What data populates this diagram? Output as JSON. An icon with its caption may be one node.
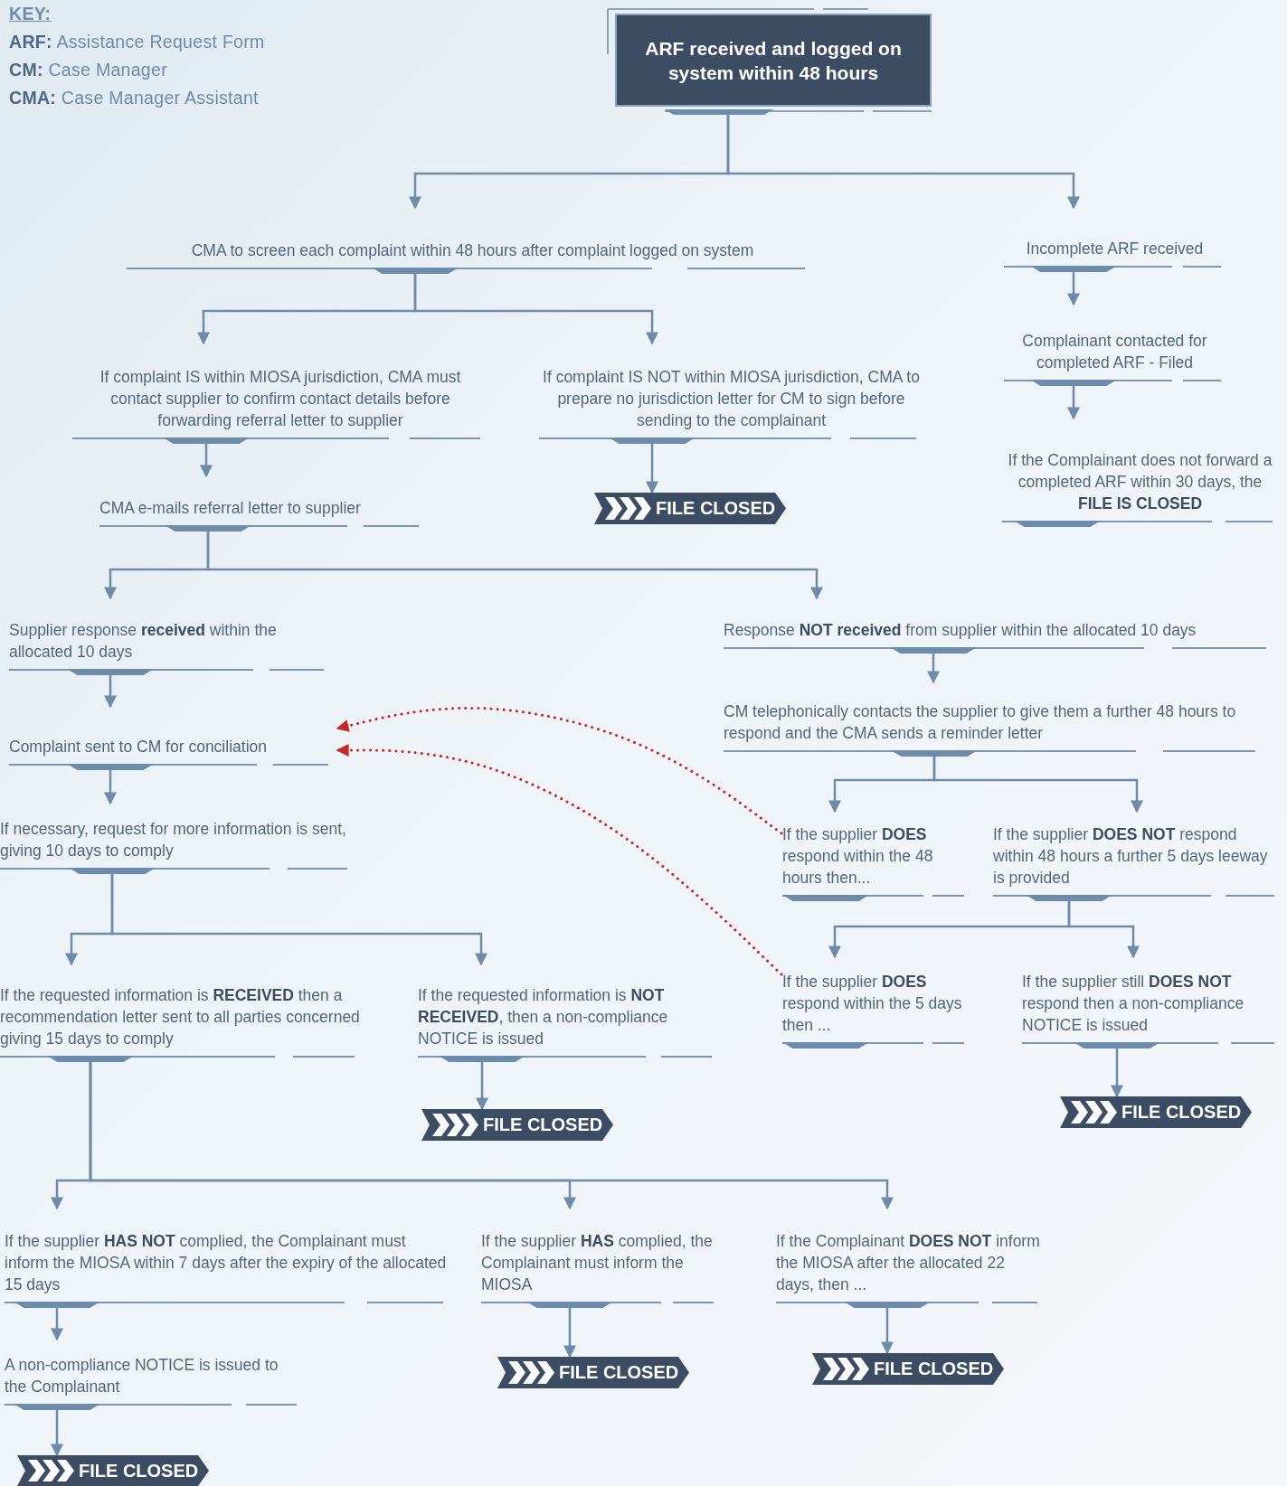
{
  "diagram": {
    "nodes": [
      {
        "text": [
          "ARF received and logged on system within 48 hours"
        ]
      },
      {
        "text": [
          "CMA to screen each complaint within 48 hours after complaint logged on system"
        ]
      },
      {
        "text": [
          "Incomplete ARF received"
        ]
      },
      {
        "text": [
          "If complaint IS within MIOSA jurisdiction, CMA must contact supplier to confirm contact details before forwarding referral letter to supplier"
        ]
      },
      {
        "text": [
          "If complaint IS NOT within MIOSA jurisdiction, CMA to prepare no jurisdiction letter for CM to sign before sending to the complainant"
        ]
      },
      {
        "text": [
          "Complainant contacted for completed ARF - Filed"
        ]
      },
      {
        "text": [
          "CMA e-mails referral letter to supplier"
        ]
      },
      {
        "text": [
          "FILE CLOSED"
        ]
      },
      {
        "text": [
          "If the Complainant does not forward a completed ARF within 30 days, the **FILE IS CLOSED**"
        ]
      },
      {
        "text": [
          "Supplier response **received** within the allocated 10 days"
        ]
      },
      {
        "text": [
          "Response **NOT received** from supplier within the allocated 10 days"
        ]
      },
      {
        "text": [
          "Complaint sent to CM for conciliation"
        ]
      },
      {
        "text": [
          "CM telephonically contacts the supplier to give them a further 48 hours to respond and the CMA sends a reminder letter"
        ]
      },
      {
        "text": [
          "If necessary, request for more information is sent, giving 10 days to comply"
        ]
      },
      {
        "text": [
          "If the supplier **DOES** respond within the 48 hours then..."
        ]
      },
      {
        "text": [
          "If the supplier **DOES NOT** respond within 48 hours a further 5 days leeway is provided"
        ]
      },
      {
        "text": [
          "If the requested information is **RECEIVED** then a recommendation letter sent to all parties concerned giving 15 days to comply"
        ]
      },
      {
        "text": [
          "If the requested information is **NOT RECEIVED**, then a non-compliance NOTICE is issued"
        ]
      },
      {
        "text": [
          "If the supplier **DOES** respond within the 5 days then ..."
        ]
      },
      {
        "text": [
          "If the supplier still **DOES NOT** respond then a non-compliance NOTICE is issued"
        ]
      },
      {
        "text": [
          "FILE CLOSED"
        ]
      },
      {
        "text": [
          "FILE CLOSED"
        ]
      },
      {
        "text": [
          "If the supplier **HAS NOT** complied, the Complainant must inform the MIOSA within 7 days after the expiry of the allocated 15 days"
        ]
      },
      {
        "text": [
          "If the supplier **HAS** complied, the Complainant must inform the MIOSA"
        ]
      },
      {
        "text": [
          "If the Complainant **DOES NOT** inform the MIOSA after the allocated 22 days, then ..."
        ]
      },
      {
        "text": [
          "A non-compliance NOTICE is issued to the Complainant"
        ]
      },
      {
        "text": [
          "FILE CLOSED"
        ]
      },
      {
        "text": [
          "FILE CLOSED"
        ]
      },
      {
        "text": [
          "FILE CLOSED"
        ]
      }
    ],
    "edges": [
      {
        "from": 0,
        "to": 1,
        "arrow": "to"
      },
      {
        "from": 0,
        "to": 2,
        "arrow": "to"
      },
      {
        "from": 1,
        "to": 3,
        "arrow": "to"
      },
      {
        "from": 1,
        "to": 4,
        "arrow": "to"
      },
      {
        "from": 2,
        "to": 5,
        "arrow": "to"
      },
      {
        "from": 3,
        "to": 6,
        "arrow": "to"
      },
      {
        "from": 4,
        "to": 7,
        "arrow": "to"
      },
      {
        "from": 5,
        "to": 8,
        "arrow": "to"
      },
      {
        "from": 6,
        "to": 9,
        "arrow": "to"
      },
      {
        "from": 6,
        "to": 10,
        "arrow": "to"
      },
      {
        "from": 9,
        "to": 11,
        "arrow": "to"
      },
      {
        "from": 10,
        "to": 12,
        "arrow": "to"
      },
      {
        "from": 11,
        "to": 13,
        "arrow": "to"
      },
      {
        "from": 12,
        "to": 14,
        "arrow": "to"
      },
      {
        "from": 12,
        "to": 15,
        "arrow": "to"
      },
      {
        "from": 13,
        "to": 16,
        "arrow": "to"
      },
      {
        "from": 13,
        "to": 17,
        "arrow": "to"
      },
      {
        "from": 15,
        "to": 18,
        "arrow": "to"
      },
      {
        "from": 15,
        "to": 19,
        "arrow": "to"
      },
      {
        "from": 17,
        "to": 20,
        "arrow": "to"
      },
      {
        "from": 19,
        "to": 21,
        "arrow": "to"
      },
      {
        "from": 16,
        "to": 22,
        "arrow": "to"
      },
      {
        "from": 16,
        "to": 23,
        "arrow": "to"
      },
      {
        "from": 16,
        "to": 24,
        "arrow": "to"
      },
      {
        "from": 22,
        "to": 25,
        "arrow": "to"
      },
      {
        "from": 23,
        "to": 26,
        "arrow": "to"
      },
      {
        "from": 24,
        "to": 27,
        "arrow": "to"
      },
      {
        "from": 25,
        "to": 28,
        "arrow": "to"
      },
      {
        "from": 14,
        "to": 11,
        "arrow": "to",
        "style": "dashed",
        "color": "#c62828"
      },
      {
        "from": 18,
        "to": 11,
        "arrow": "to",
        "style": "dashed",
        "color": "#c62828"
      }
    ],
    "labels": [
      "KEY:",
      "**ARF:** Assistance Request Form",
      "**CM:** Case Manager",
      "**CMA:** Case Manager Assistant"
    ]
  }
}
